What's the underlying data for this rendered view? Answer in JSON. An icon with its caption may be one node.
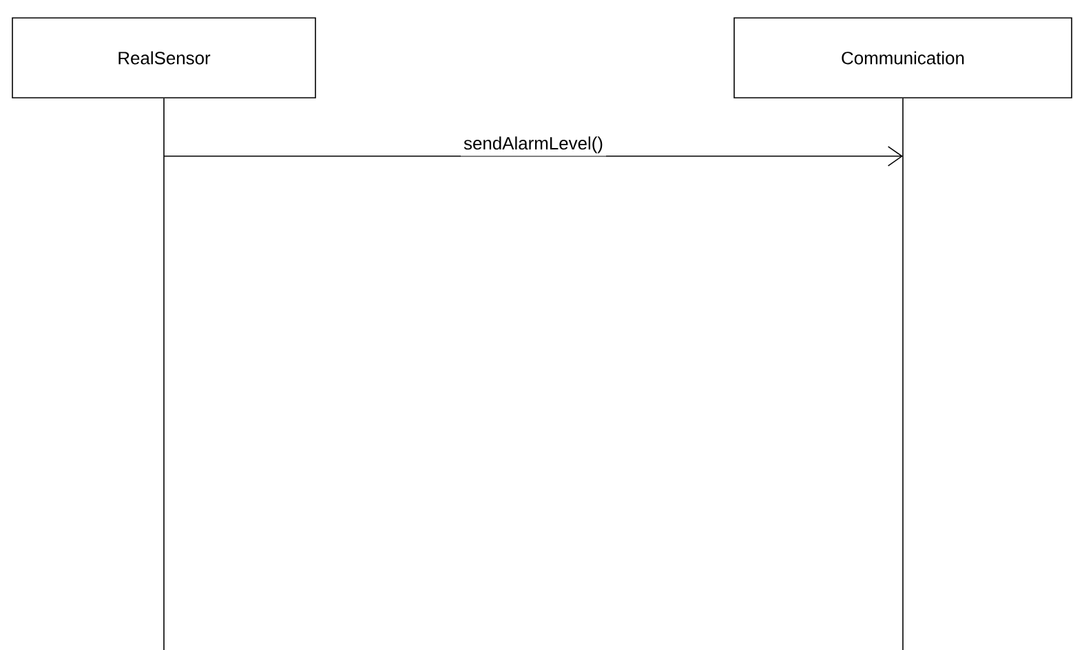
{
  "diagram": {
    "nodes": [
      {
        "text": [
          "RealSensor"
        ]
      },
      {
        "text": [
          "Communication"
        ]
      }
    ],
    "edges": [
      {
        "from": 0,
        "to": 1,
        "arrow": "to",
        "label": "sendAlarmLevel()"
      },
      {
        "from": 0,
        "to": null,
        "arrow": "none"
      },
      {
        "from": 1,
        "to": null,
        "arrow": "none"
      }
    ]
  }
}
